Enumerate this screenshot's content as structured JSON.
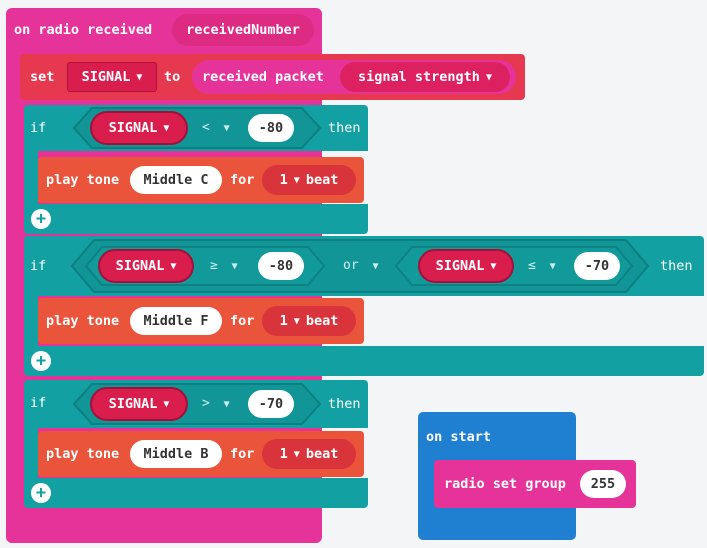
{
  "on_radio": {
    "header": "on radio received",
    "param": "receivedNumber"
  },
  "set_block": {
    "keyword": "set",
    "variable": "SIGNAL",
    "to": "to",
    "received_packet": "received packet",
    "property": "signal strength"
  },
  "if_blocks": [
    {
      "keyword": "if",
      "cond_var": "SIGNAL",
      "op": "<",
      "value": "-80",
      "then": "then",
      "body": {
        "action": "play tone",
        "note": "Middle C",
        "for": "for",
        "beats": "1",
        "beat_label": "beat"
      }
    },
    {
      "keyword": "if",
      "left_var": "SIGNAL",
      "left_op": "≥",
      "left_value": "-80",
      "logic": "or",
      "right_var": "SIGNAL",
      "right_op": "≤",
      "right_value": "-70",
      "then": "then",
      "body": {
        "action": "play tone",
        "note": "Middle F",
        "for": "for",
        "beats": "1",
        "beat_label": "beat"
      }
    },
    {
      "keyword": "if",
      "cond_var": "SIGNAL",
      "op": ">",
      "value": "-70",
      "then": "then",
      "body": {
        "action": "play tone",
        "note": "Middle B",
        "for": "for",
        "beats": "1",
        "beat_label": "beat"
      }
    }
  ],
  "on_start": {
    "header": "on start",
    "action": "radio set group",
    "value": "255"
  },
  "icons": {
    "add": "+",
    "dropdown": "▼"
  },
  "colors": {
    "event_pink": "#e6339a",
    "variable_red": "#e63950",
    "logic_teal": "#13a0a2",
    "music_orange": "#e9543a",
    "basic_blue": "#1f7fd1"
  }
}
